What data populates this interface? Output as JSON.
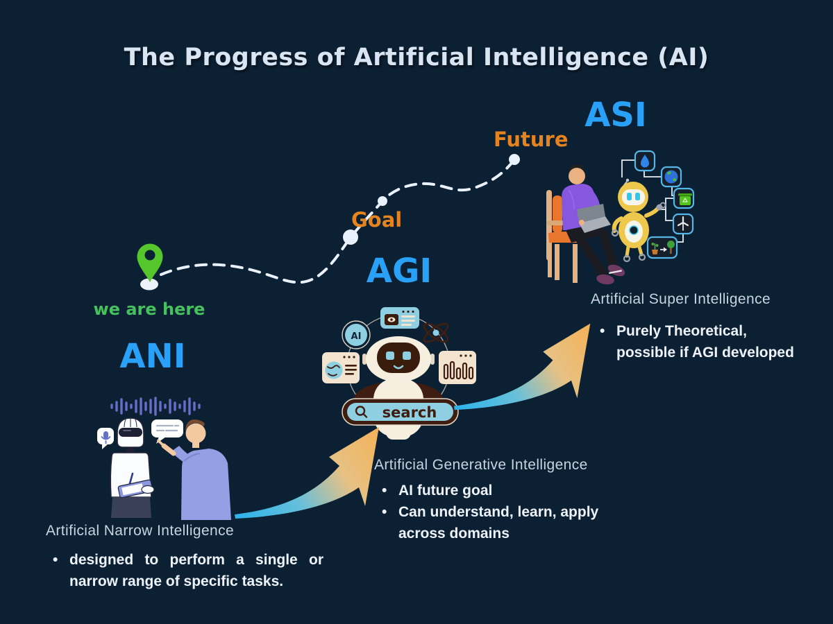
{
  "title": "The Progress of Artificial Intelligence (AI)",
  "colors": {
    "background": "#0c2033",
    "title": "#d9e5f3",
    "stage_abbr_blue": "#2aa1f8",
    "milestone_orange": "#e5831e",
    "here_green": "#46c15e",
    "pin_green": "#55c62c",
    "path_white": "#e9f1fb",
    "arrow_gradient_start": "#2ab1ec",
    "arrow_gradient_end": "#f3b257"
  },
  "journey": {
    "here_label": "we are here",
    "goal_label": "Goal",
    "future_label": "Future",
    "icons": [
      "location-pin-icon",
      "waypoint-dot",
      "dashed-route-path",
      "growth-arrow"
    ]
  },
  "stages": [
    {
      "abbr": "ANI",
      "name": "Artificial Narrow Intelligence",
      "bullets": [
        "designed to perform a single or narrow range of specific tasks."
      ]
    },
    {
      "abbr": "AGI",
      "name": "Artificial Generative Intelligence",
      "bullets": [
        "AI future goal",
        "Can understand, learn, apply across domains"
      ]
    },
    {
      "abbr": "ASI",
      "name": "Artificial Super Intelligence",
      "bullets": [
        "Purely Theoretical, possible if AGI developed"
      ]
    }
  ],
  "illustrations": {
    "ani": {
      "icons": [
        "voice-waveform-icon",
        "microphone-icon",
        "chat-bubble-icon",
        "robot-writing-clipboard",
        "person-talking"
      ]
    },
    "agi": {
      "ai_badge_label": "AI",
      "search_label": "search",
      "icons": [
        "ai-badge-icon",
        "browser-eye-icon",
        "atom-icon",
        "globe-browser-icon",
        "bar-chart-window-icon",
        "chatbot-robot",
        "search-icon"
      ]
    },
    "asi": {
      "icons": [
        "person-on-chair-with-laptop",
        "assistant-robot",
        "water-drop-icon",
        "earth-globe-icon",
        "recycle-bin-icon",
        "wind-turbine-icon",
        "plant-growth-icon"
      ]
    }
  }
}
